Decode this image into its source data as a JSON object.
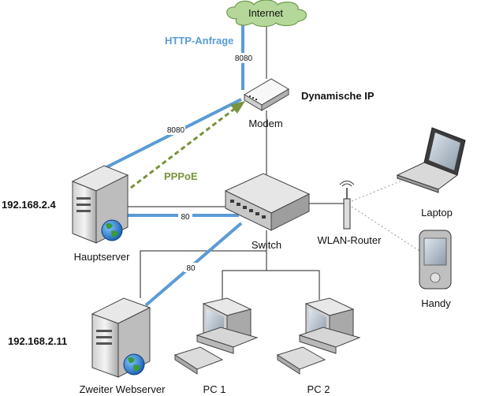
{
  "colors": {
    "http_line": "#5b9bd5",
    "pppoe_line": "#77933c",
    "cloud_fill": "#b5d89a",
    "cloud_stroke": "#6e9a4e"
  },
  "internet": {
    "label": "Internet"
  },
  "http_request": {
    "label": "HTTP-Anfrage",
    "port_internet": "8080",
    "port_server": "8080"
  },
  "modem": {
    "label": "Modem",
    "ip_note": "Dynamische IP"
  },
  "pppoe": {
    "label": "PPPoE"
  },
  "switch": {
    "label": "Switch"
  },
  "router": {
    "label": "WLAN-Router"
  },
  "laptop": {
    "label": "Laptop"
  },
  "handy": {
    "label": "Handy"
  },
  "hauptserver": {
    "label": "Hauptserver",
    "ip": "192.168.2.4",
    "port": "80"
  },
  "webserver2": {
    "label": "Zweiter Webserver",
    "ip": "192.168.2.11",
    "port": "80"
  },
  "pc1": {
    "label": "PC 1"
  },
  "pc2": {
    "label": "PC 2"
  }
}
